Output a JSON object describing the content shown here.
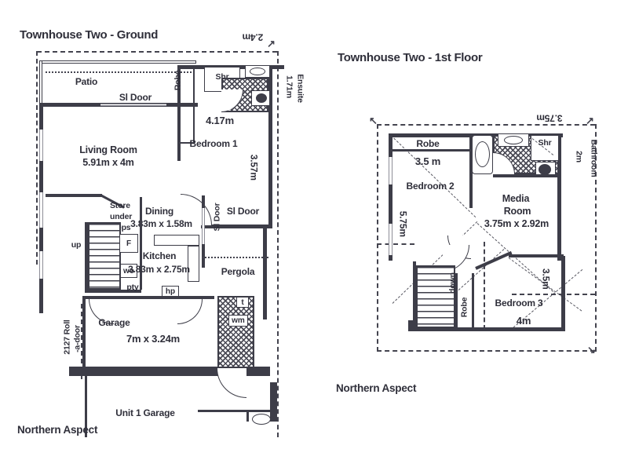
{
  "colors": {
    "ink": "#3d3d48",
    "paper": "#ffffff"
  },
  "icons": {
    "arrow_ne": "↗",
    "arrow_nw": "↖",
    "arrow_se": "↘"
  },
  "ground": {
    "title": "Townhouse Two - Ground",
    "northern_aspect": "Northern Aspect",
    "dims": {
      "width_top": "2.4m",
      "ensuite_width": "1.71m",
      "bed1_width": "4.17m",
      "bed1_depth": "3.57m"
    },
    "labels": {
      "patio": "Patio",
      "sl_door_top": "Sl Door",
      "robe": "Robe",
      "shr": "Shr",
      "ensuite": "Ensuite",
      "living_name": "Living Room",
      "living_size": "5.91m x 4m",
      "bedroom1": "Bedroom 1",
      "store_line1": "Store",
      "store_line2": "under",
      "store_line3": "steps",
      "dining_name": "Dining",
      "dining_size": "3.83m x 1.58m",
      "sl_door_vertical": "Sl Door",
      "sl_door_right": "Sl Door",
      "up": "up",
      "fridge": "F",
      "wall_oven": "wo",
      "pantry": "pty",
      "kitchen_name": "Kitchen",
      "kitchen_size": "3.83m x 2.75m",
      "hotplate": "hp",
      "pergola": "Pergola",
      "toilet": "t",
      "washing_machine": "wm",
      "garage_name": "Garage",
      "garage_size": "7m x 3.24m",
      "roll_door_line1": "2127 Roll",
      "roll_door_line2": "-a-door",
      "unit1_garage": "Unit 1 Garage"
    }
  },
  "first_floor": {
    "title": "Townhouse Two - 1st Floor",
    "northern_aspect": "Northern Aspect",
    "dims": {
      "width_top": "3.75m",
      "bathroom_width": "2m",
      "bed2_width": "3.5 m",
      "bed2_depth": "5.75m",
      "bed3_width": "4m",
      "bed3_depth": "3.5m"
    },
    "labels": {
      "robe_top": "Robe",
      "bedroom2": "Bedroom 2",
      "bathroom": "Bathroom",
      "shr": "Shr",
      "media_line1": "Media",
      "media_line2": "Room",
      "media_size": "3.75m x 2.92m",
      "down": "down",
      "robe_stairs": "Robe",
      "bedroom3": "Bedroom 3"
    }
  }
}
